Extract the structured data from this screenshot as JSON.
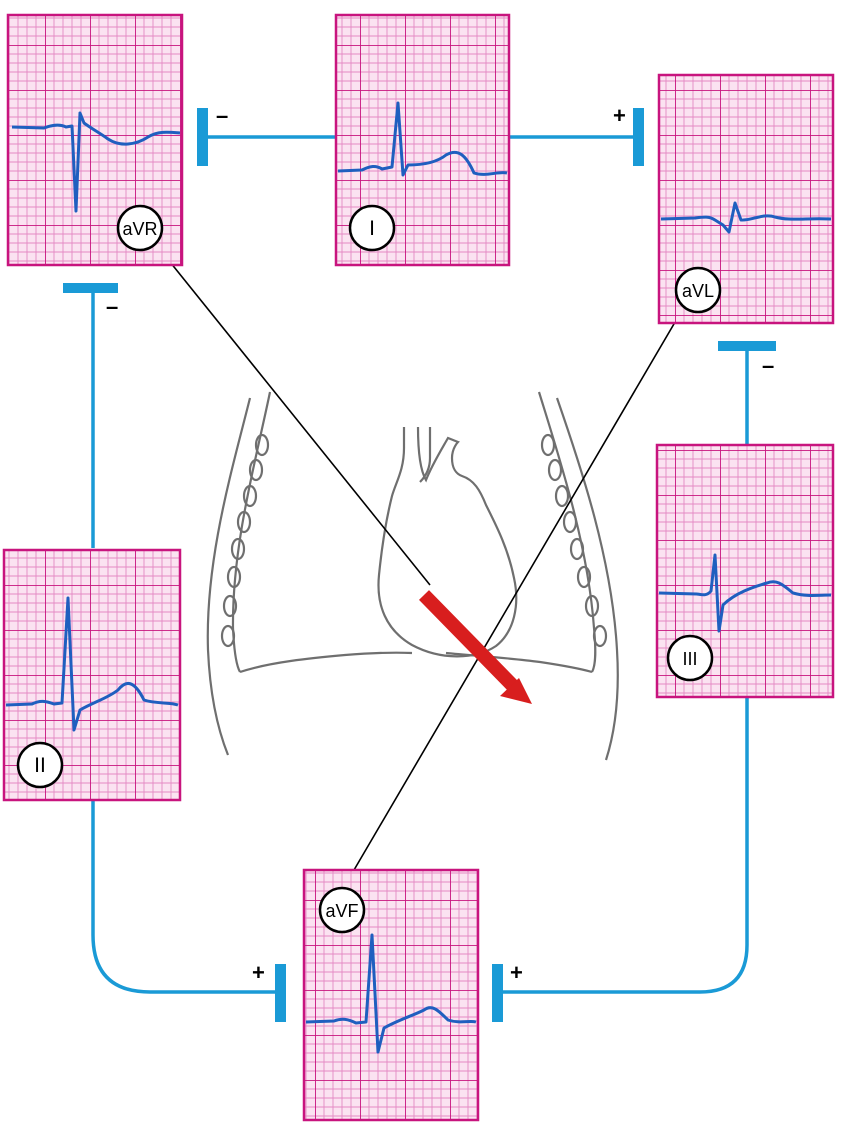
{
  "diagram": {
    "colors": {
      "grid_fill": "#fbe3f1",
      "grid_minor": "#e48ac4",
      "grid_major": "#c8147e",
      "trace": "#1f5fbf",
      "lead_line": "#1a9ad6",
      "pointer": "#000000",
      "anatomy": "#6f6f6f",
      "vector": "#d81e1e"
    },
    "leads": [
      {
        "id": "aVR",
        "label": "aVR"
      },
      {
        "id": "I",
        "label": "I"
      },
      {
        "id": "aVL",
        "label": "aVL"
      },
      {
        "id": "II",
        "label": "II"
      },
      {
        "id": "III",
        "label": "III"
      },
      {
        "id": "aVF",
        "label": "aVF"
      }
    ],
    "polarity": {
      "lead_I_negative": "–",
      "lead_I_positive": "+",
      "lead_II_negative": "–",
      "lead_III_negative": "–",
      "lead_II_positive": "+",
      "lead_III_positive": "+"
    },
    "icons": {
      "heart": "heart-outline-icon",
      "ribs": "rib-cage-icon",
      "vector": "mean-axis-arrow-icon"
    }
  }
}
